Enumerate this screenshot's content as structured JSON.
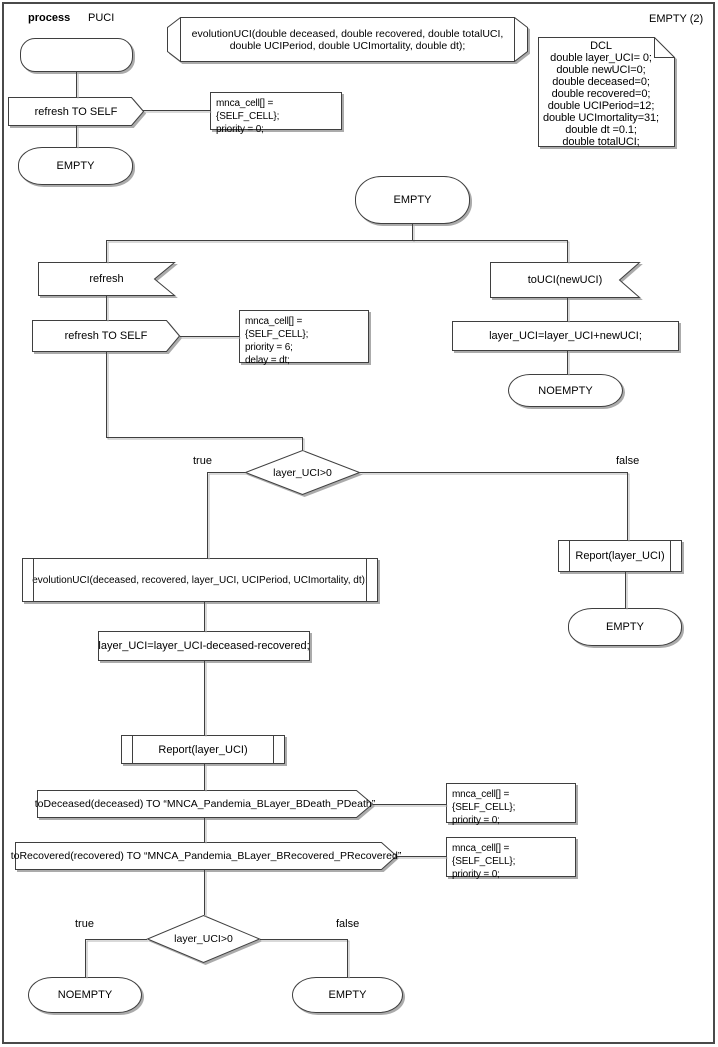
{
  "header": {
    "process_keyword": "process",
    "process_name": "PUCI",
    "page_label": "EMPTY (2)"
  },
  "declarations": {
    "procedure_signature": "evolutionUCI(double deceased, double recovered, double totalUCI, double UCIPeriod, double UCImortality, double dt);",
    "dcl_lines": [
      "DCL",
      "double layer_UCI= 0;",
      "double newUCI=0;",
      "double deceased=0;",
      "double recovered=0;",
      "double UCIPeriod=12;",
      "double UCImortality=31;",
      "double dt =0.1;",
      "double totalUCI;"
    ]
  },
  "nodes": {
    "out_refresh_self_1": {
      "label": "refresh TO SELF"
    },
    "comment_1": {
      "lines": [
        "mnca_cell[] = {SELF_CELL};",
        "priority = 0;"
      ]
    },
    "state_empty_top": {
      "label": "EMPTY"
    },
    "state_empty_main": {
      "label": "EMPTY"
    },
    "in_refresh": {
      "label": "refresh"
    },
    "out_refresh_self_2": {
      "label": "refresh TO SELF"
    },
    "comment_2": {
      "lines": [
        "mnca_cell[] = {SELF_CELL};",
        "priority = 6;",
        "delay = dt;"
      ]
    },
    "in_touci": {
      "label": "toUCI(newUCI)"
    },
    "task_add_newuci": {
      "label": "layer_UCI=layer_UCI+newUCI;"
    },
    "state_noempty_right": {
      "label": "NOEMPTY"
    },
    "decision_1": {
      "label": "layer_UCI>0",
      "true_label": "true",
      "false_label": "false"
    },
    "proc_report_right": {
      "label": "Report(layer_UCI)"
    },
    "state_empty_right": {
      "label": "EMPTY"
    },
    "proc_evolutionuci": {
      "label": "evolutionUCI(deceased, recovered, layer_UCI, UCIPeriod, UCImortality, dt);"
    },
    "task_subtract": {
      "label": "layer_UCI=layer_UCI-deceased-recovered;"
    },
    "proc_report_main": {
      "label": "Report(layer_UCI)"
    },
    "out_todeceased": {
      "label": "toDeceased(deceased) TO “MNCA_Pandemia_BLayer_BDeath_PDeath”"
    },
    "comment_3": {
      "lines": [
        "mnca_cell[] = {SELF_CELL};",
        "priority = 0;"
      ]
    },
    "out_torecovered": {
      "label": "toRecovered(recovered) TO “MNCA_Pandemia_BLayer_BRecovered_PRecovered”"
    },
    "comment_4": {
      "lines": [
        "mnca_cell[] = {SELF_CELL};",
        "priority = 0;"
      ]
    },
    "decision_2": {
      "label": "layer_UCI>0",
      "true_label": "true",
      "false_label": "false"
    },
    "state_noempty_bottom": {
      "label": "NOEMPTY"
    },
    "state_empty_bottom": {
      "label": "EMPTY"
    }
  },
  "colors": {
    "line": "#3f3f3f",
    "shadow": "#ababab",
    "background": "#ffffff",
    "text": "#000000"
  }
}
